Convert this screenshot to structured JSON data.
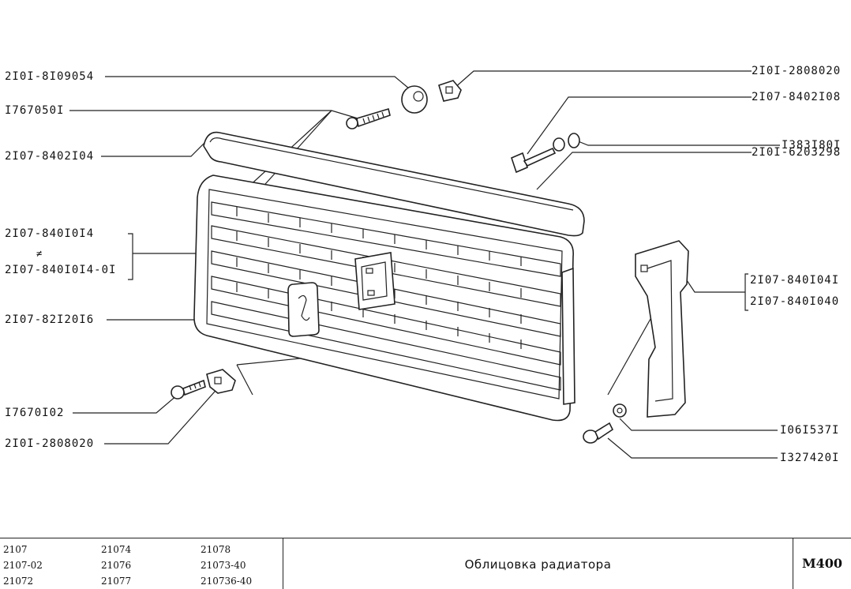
{
  "callouts": {
    "left": [
      "2I0I-8I09054",
      "I767050I",
      "2I07-8402I04",
      "2I07-840I0I4",
      "≠",
      "2I07-840I0I4-0I",
      "2I07-82I20I6",
      "I7670I02",
      "2I0I-2808020"
    ],
    "right": [
      "2I0I-2808020",
      "2I07-8402I08",
      "I383I80I",
      "2I0I-6203298",
      "2I07-840I04I",
      "2I07-840I040",
      "I06I537I",
      "I327420I"
    ]
  },
  "footer": {
    "models": [
      [
        "2107",
        "21074",
        "21078"
      ],
      [
        "2107-02",
        "21076",
        "21073-40"
      ],
      [
        "21072",
        "21077",
        "210736-40"
      ]
    ],
    "title": "Облицовка радиатора",
    "code": "M400"
  }
}
